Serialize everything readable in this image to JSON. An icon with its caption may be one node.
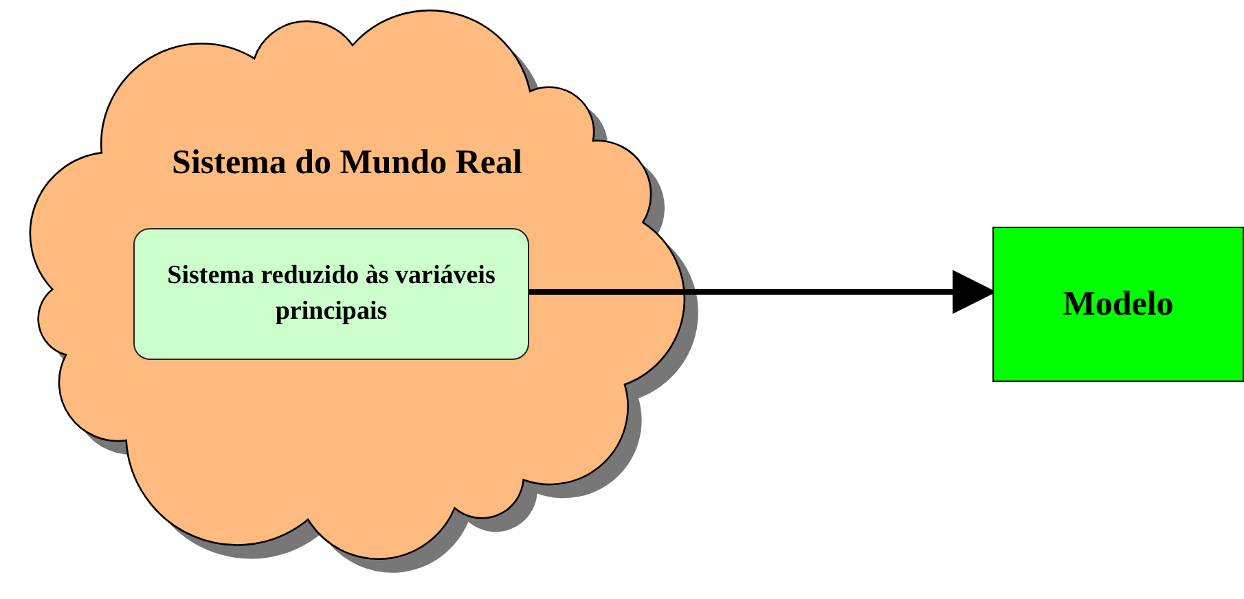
{
  "diagram": {
    "nodes": [
      {
        "text": [
          "Sistema do Mundo Real"
        ]
      },
      {
        "text": [
          "Sistema reduzido às variáveis principais"
        ],
        "in": 0
      },
      {
        "text": [
          "Modelo"
        ]
      }
    ],
    "edges": [
      {
        "from": 1,
        "to": 2,
        "arrow": "to"
      }
    ]
  }
}
